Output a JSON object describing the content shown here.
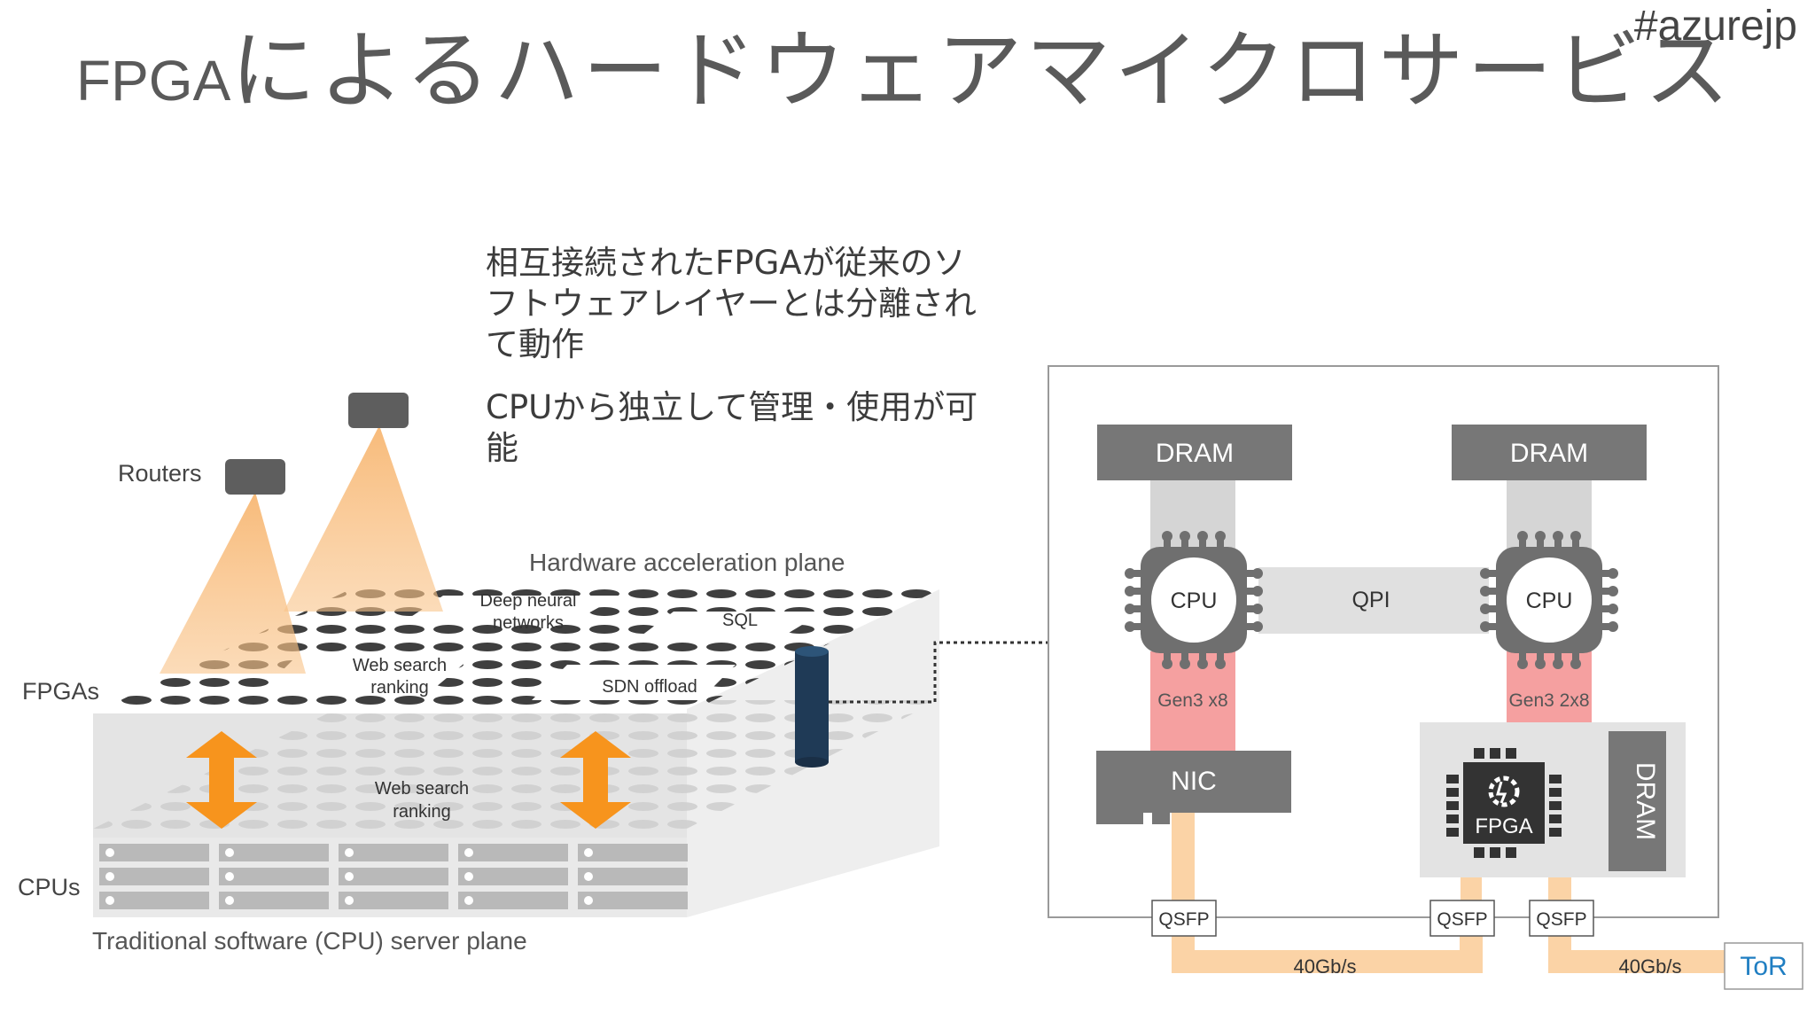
{
  "slide": {
    "title_prefix": "FPGA",
    "title_rest": "によるハードウェアマイクロサービス",
    "hashtag": "#azurejp",
    "bullets": [
      {
        "strong": "",
        "text": "相互接続されたFPGAが従来のソフトウェアレイヤーとは分離されて動作"
      },
      {
        "strong": "",
        "text": "CPUから独立して管理・使用が可能"
      }
    ]
  },
  "left_diagram": {
    "routers_label": "Routers",
    "fpgas_label": "FPGAs",
    "cpus_label": "CPUs",
    "hw_plane_label": "Hardware acceleration plane",
    "sw_plane_label": "Traditional software (CPU) server plane",
    "regions": {
      "deep_neural_1": "Deep neural",
      "deep_neural_2": "networks",
      "sql": "SQL",
      "web_search_1": "Web search",
      "web_search_2": "ranking",
      "sdn": "SDN offload",
      "cpu_web_search_1": "Web search",
      "cpu_web_search_2": "ranking"
    }
  },
  "right_diagram": {
    "dram_left": "DRAM",
    "dram_right": "DRAM",
    "cpu_left": "CPU",
    "cpu_right": "CPU",
    "qpi": "QPI",
    "gen_left": "Gen3 x8",
    "gen_right": "Gen3 2x8",
    "nic": "NIC",
    "fpga": "FPGA",
    "fpga_dram": "DRAM",
    "qsfp_1": "QSFP",
    "qsfp_2": "QSFP",
    "qsfp_3": "QSFP",
    "speed_1": "40Gb/s",
    "speed_2": "40Gb/s",
    "tor": "ToR"
  },
  "colors": {
    "dram": "#777777",
    "cpu_pin": "#6f6f6f",
    "pcie": "#f5a0a0",
    "qsfp_link": "#fbd3a6",
    "arrow": "#f7941d",
    "router_beam": "#f9c48a",
    "tor_text": "#1f7ec2"
  }
}
